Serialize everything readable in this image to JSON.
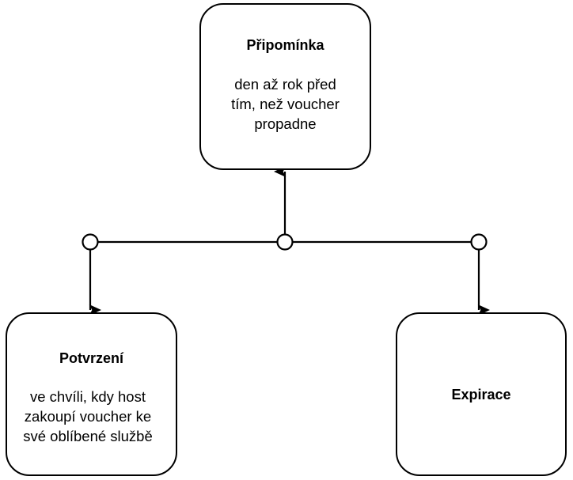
{
  "diagram": {
    "stroke_color": "#000000",
    "fill_color": "#ffffff",
    "background": "#ffffff",
    "nodes": [
      {
        "id": "reminder",
        "title": "Připomínka",
        "body_lines": [
          "den až rok před",
          "tím, než voucher",
          "propadne"
        ]
      },
      {
        "id": "confirmation",
        "title": "Potvrzení",
        "body_lines": [
          "ve chvíli, kdy host",
          "zakoupí voucher ke",
          "své oblíbené službě"
        ]
      },
      {
        "id": "expiration",
        "title": "Expirace",
        "body_lines": []
      }
    ],
    "connectors": {
      "junction_labels": [
        "left-junction",
        "center-junction",
        "right-junction"
      ],
      "arrow_targets": [
        "reminder",
        "confirmation",
        "expiration"
      ]
    }
  }
}
